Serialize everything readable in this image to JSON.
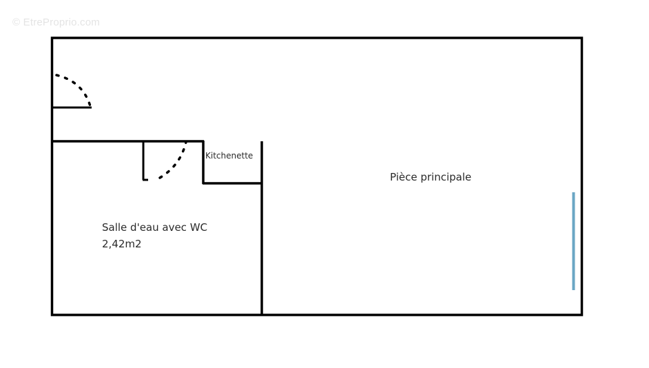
{
  "watermark": "© EtreProprio.com",
  "rooms": {
    "kitchenette": {
      "label": "Kitchenette"
    },
    "bathroom": {
      "label": "Salle d'eau avec WC",
      "area": "2,42m2"
    },
    "main_room": {
      "label": "Pièce principale"
    }
  },
  "colors": {
    "wall": "#000000",
    "window": "#6aa6c4",
    "text": "#2a2a2a",
    "watermark": "#e4e4e4"
  }
}
